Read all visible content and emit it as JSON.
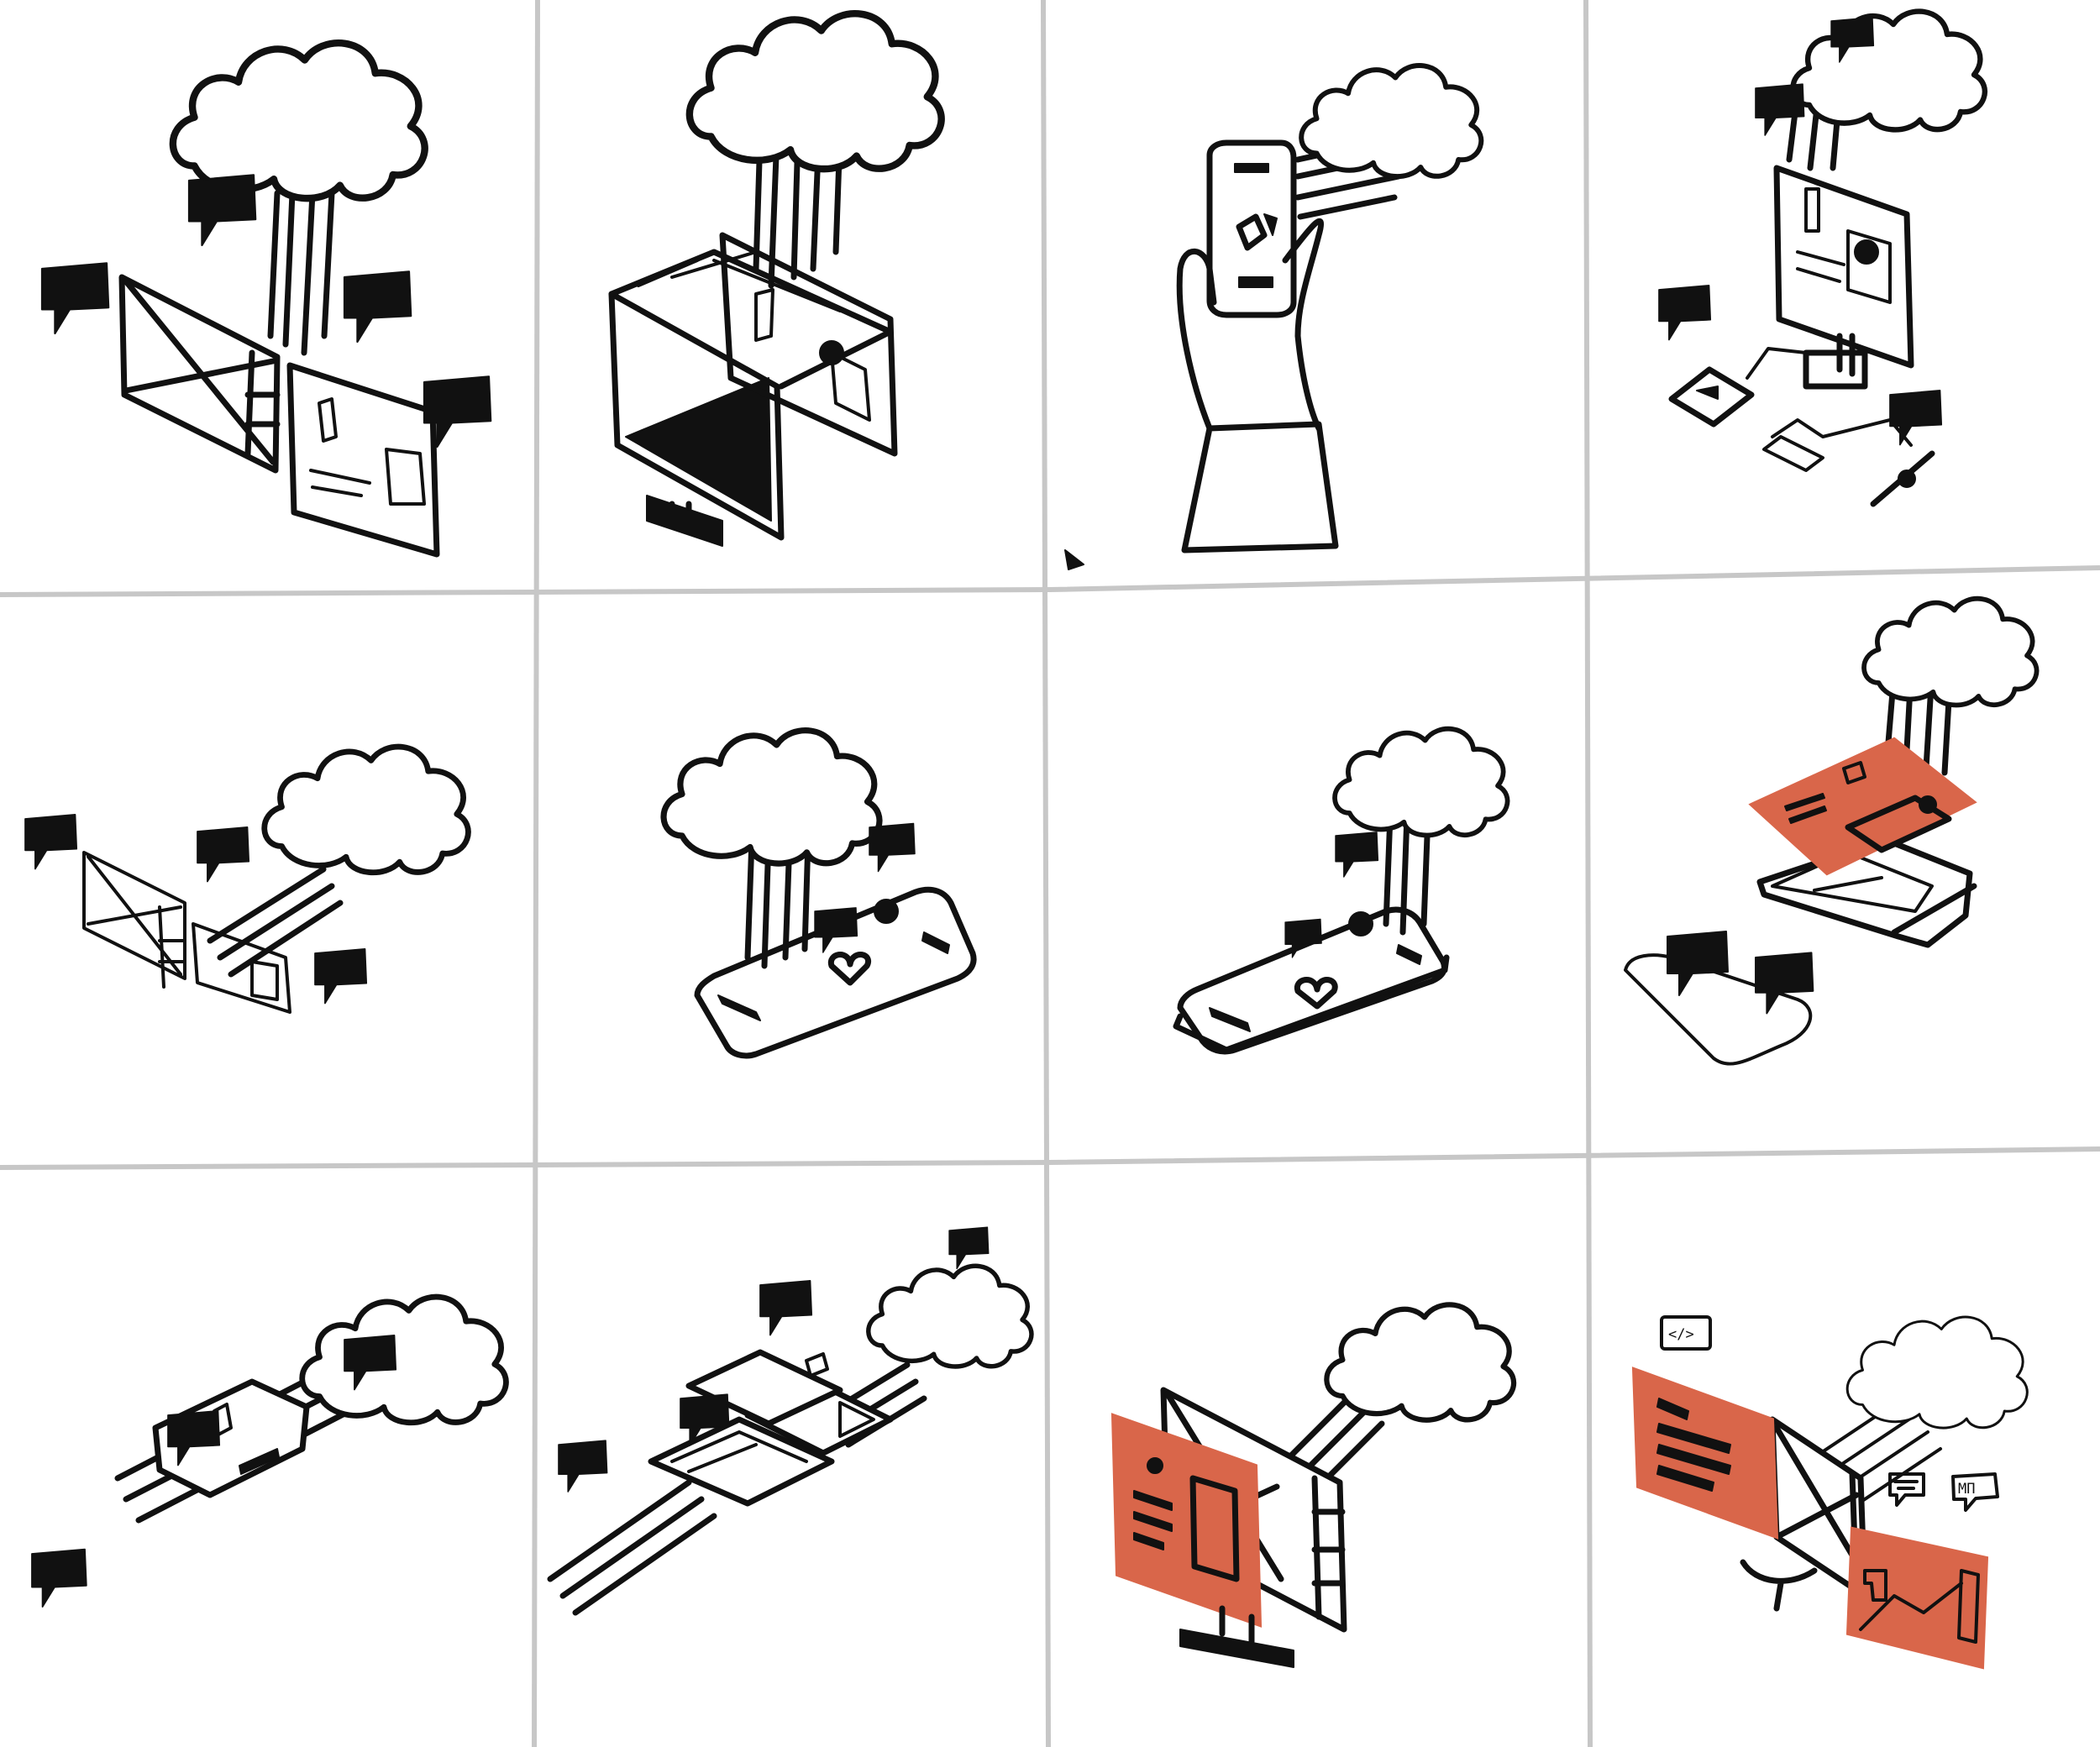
{
  "colors": {
    "ink": "#111111",
    "accent": "#d9664a",
    "grid": "#c7c7c7",
    "paper": "#ffffff"
  },
  "grid": {
    "rows": 3,
    "columns": 4
  },
  "sketches": [
    {
      "name": "cloud-to-laptop-sketch",
      "icons": [
        "cloud-icon",
        "flag-icon",
        "laptop-icon"
      ]
    },
    {
      "name": "cloud-to-monitor-sketch",
      "icons": [
        "cloud-icon",
        "monitor-icon"
      ]
    },
    {
      "name": "cloud-to-phone-in-hand-sketch",
      "icons": [
        "cloud-icon",
        "hand-icon",
        "phone-icon"
      ]
    },
    {
      "name": "cloud-to-connected-devices-sketch",
      "icons": [
        "cloud-icon",
        "flag-icon",
        "monitor-icon",
        "phone-icon",
        "satellite-icon"
      ]
    },
    {
      "name": "cloud-beam-to-laptop-sketch",
      "icons": [
        "cloud-icon",
        "flag-icon",
        "laptop-icon"
      ]
    },
    {
      "name": "cloud-to-tablet-sketch",
      "icons": [
        "cloud-icon",
        "flag-icon",
        "tablet-icon",
        "heart-icon"
      ]
    },
    {
      "name": "cloud-to-tablet-alt-sketch",
      "icons": [
        "cloud-icon",
        "flag-icon",
        "tablet-icon",
        "heart-icon"
      ]
    },
    {
      "name": "cloud-to-laptop-orange-sketch",
      "icons": [
        "cloud-icon",
        "laptop-icon",
        "flag-icon"
      ]
    },
    {
      "name": "cloud-beam-to-tablet-sketch",
      "icons": [
        "cloud-icon",
        "flag-icon",
        "tablet-icon"
      ]
    },
    {
      "name": "cloud-beam-to-screens-sketch",
      "icons": [
        "cloud-icon",
        "flag-icon",
        "laptop-icon"
      ]
    },
    {
      "name": "cloud-to-monitor-orange-sketch",
      "icons": [
        "cloud-icon",
        "monitor-icon"
      ]
    },
    {
      "name": "cloud-to-monitor-code-sketch",
      "icons": [
        "cloud-icon",
        "code-tag-icon",
        "chat-bubble-icon",
        "monitor-icon"
      ]
    }
  ],
  "labels": {
    "code_tag": "</>",
    "chat_label": "MΠ"
  }
}
